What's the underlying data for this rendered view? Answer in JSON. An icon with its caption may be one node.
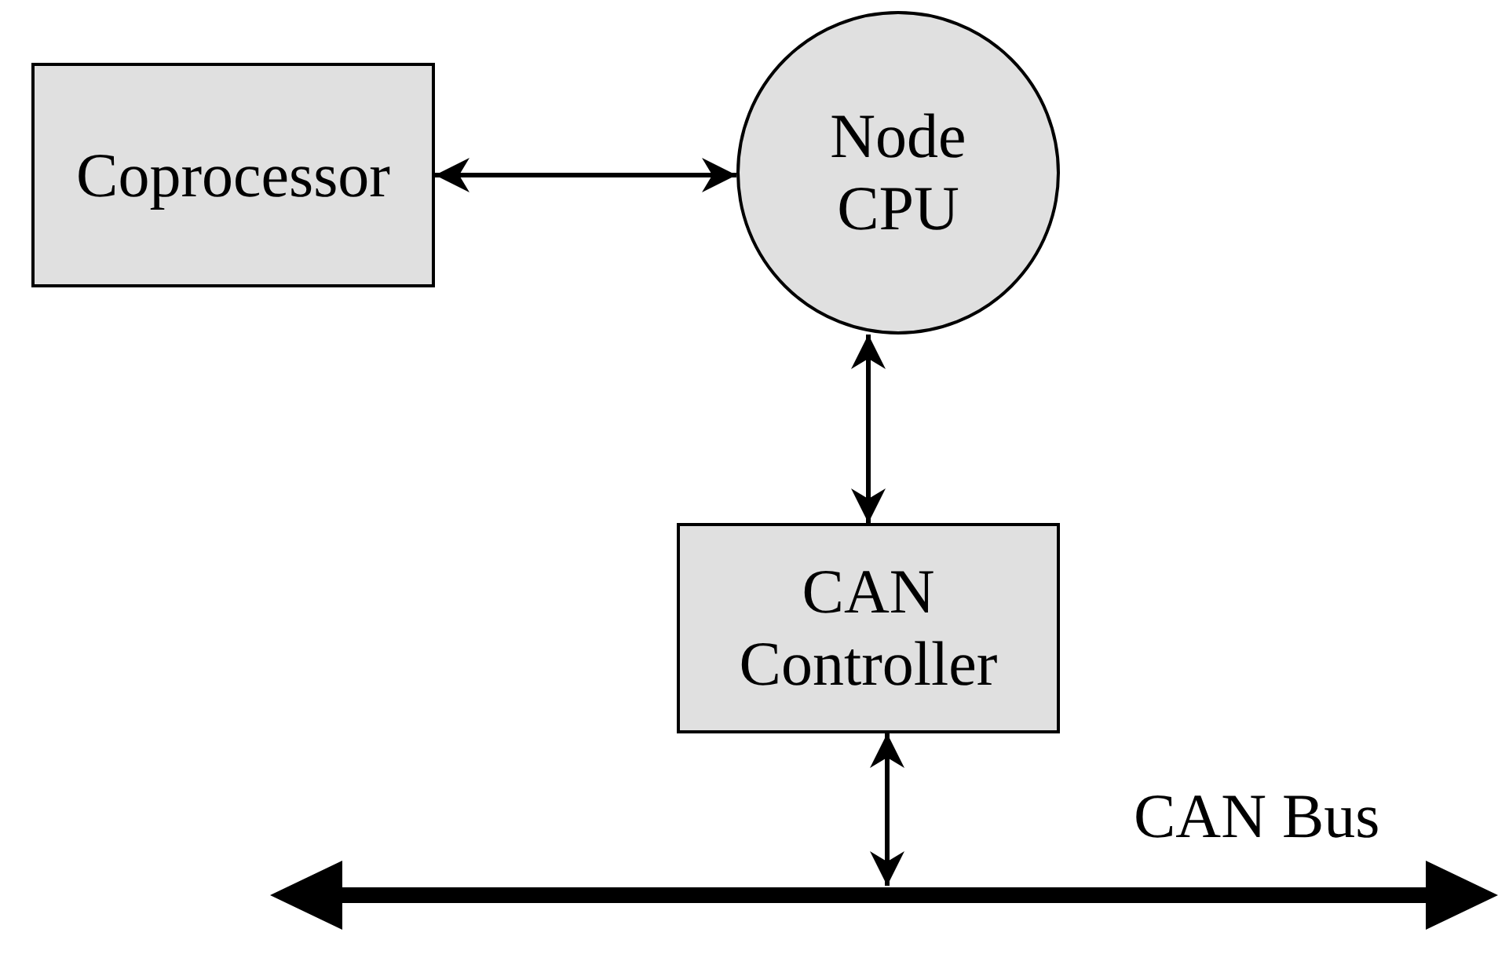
{
  "diagram": {
    "nodes": [
      {
        "text": [
          "Coprocessor"
        ]
      },
      {
        "text": [
          "Node CPU"
        ]
      },
      {
        "text": [
          "CAN Controller"
        ]
      },
      {
        "text": [],
        "shape": "bar",
        "beside": [
          "CAN Bus"
        ]
      }
    ],
    "edges": [
      {
        "from": 0,
        "to": 1,
        "arrow": "both"
      },
      {
        "from": 1,
        "to": 2,
        "arrow": "both"
      },
      {
        "from": 2,
        "to": 3,
        "arrow": "both"
      }
    ]
  }
}
